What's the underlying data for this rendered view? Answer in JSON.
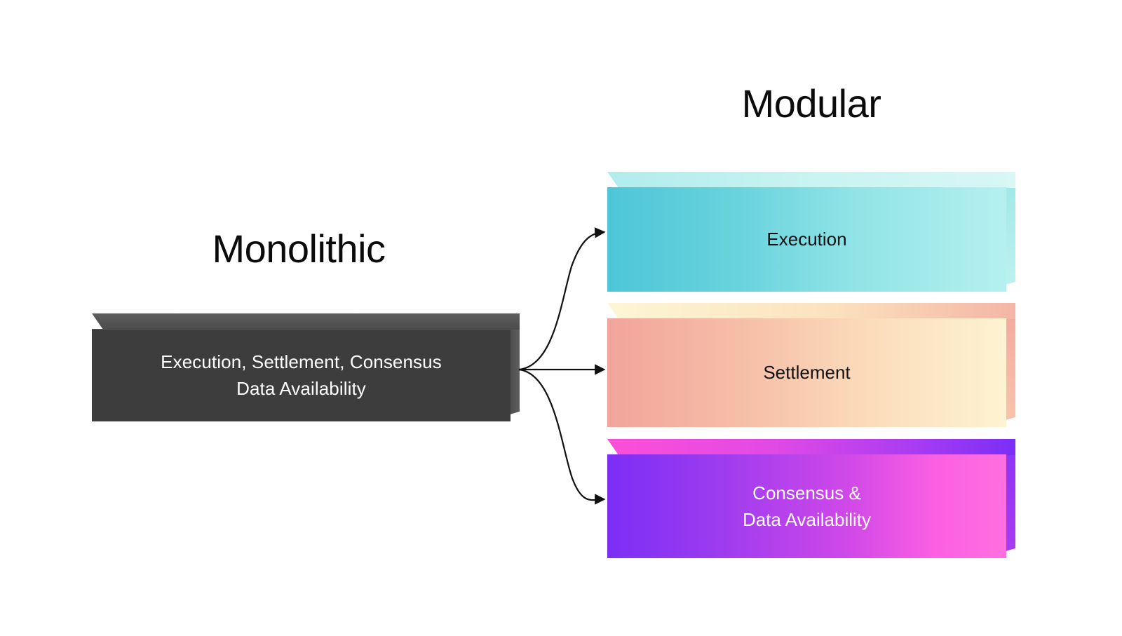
{
  "diagram": {
    "background_color": "#ffffff",
    "left_column": {
      "title": "Monolithic",
      "box": {
        "name": "monolithic-box",
        "fill_color": "#3d3d3d",
        "text_color": "#ffffff",
        "lines": [
          "Execution, Settlement, Consensus",
          "Data Availability"
        ]
      }
    },
    "right_column": {
      "title": "Modular",
      "boxes": [
        {
          "name": "execution-box",
          "gradient_from": "#4dc6d8",
          "gradient_to": "#b5f0ef",
          "text_color": "#111111",
          "lines": [
            "Execution"
          ]
        },
        {
          "name": "settlement-box",
          "gradient_from": "#f2a49b",
          "gradient_to": "#fdf3d2",
          "text_color": "#111111",
          "lines": [
            "Settlement"
          ]
        },
        {
          "name": "consensus-box",
          "gradient_from": "#7c2ef5",
          "gradient_to": "#ff6fe0",
          "text_color": "#ffffff",
          "lines": [
            "Consensus &",
            "Data Availability"
          ]
        }
      ]
    },
    "connectors": {
      "stroke_color": "#111111",
      "count": 3,
      "arrows": [
        {
          "name": "arrow-to-execution",
          "from": "monolithic-box",
          "to": "execution-box"
        },
        {
          "name": "arrow-to-settlement",
          "from": "monolithic-box",
          "to": "settlement-box"
        },
        {
          "name": "arrow-to-consensus",
          "from": "monolithic-box",
          "to": "consensus-box"
        }
      ]
    }
  }
}
